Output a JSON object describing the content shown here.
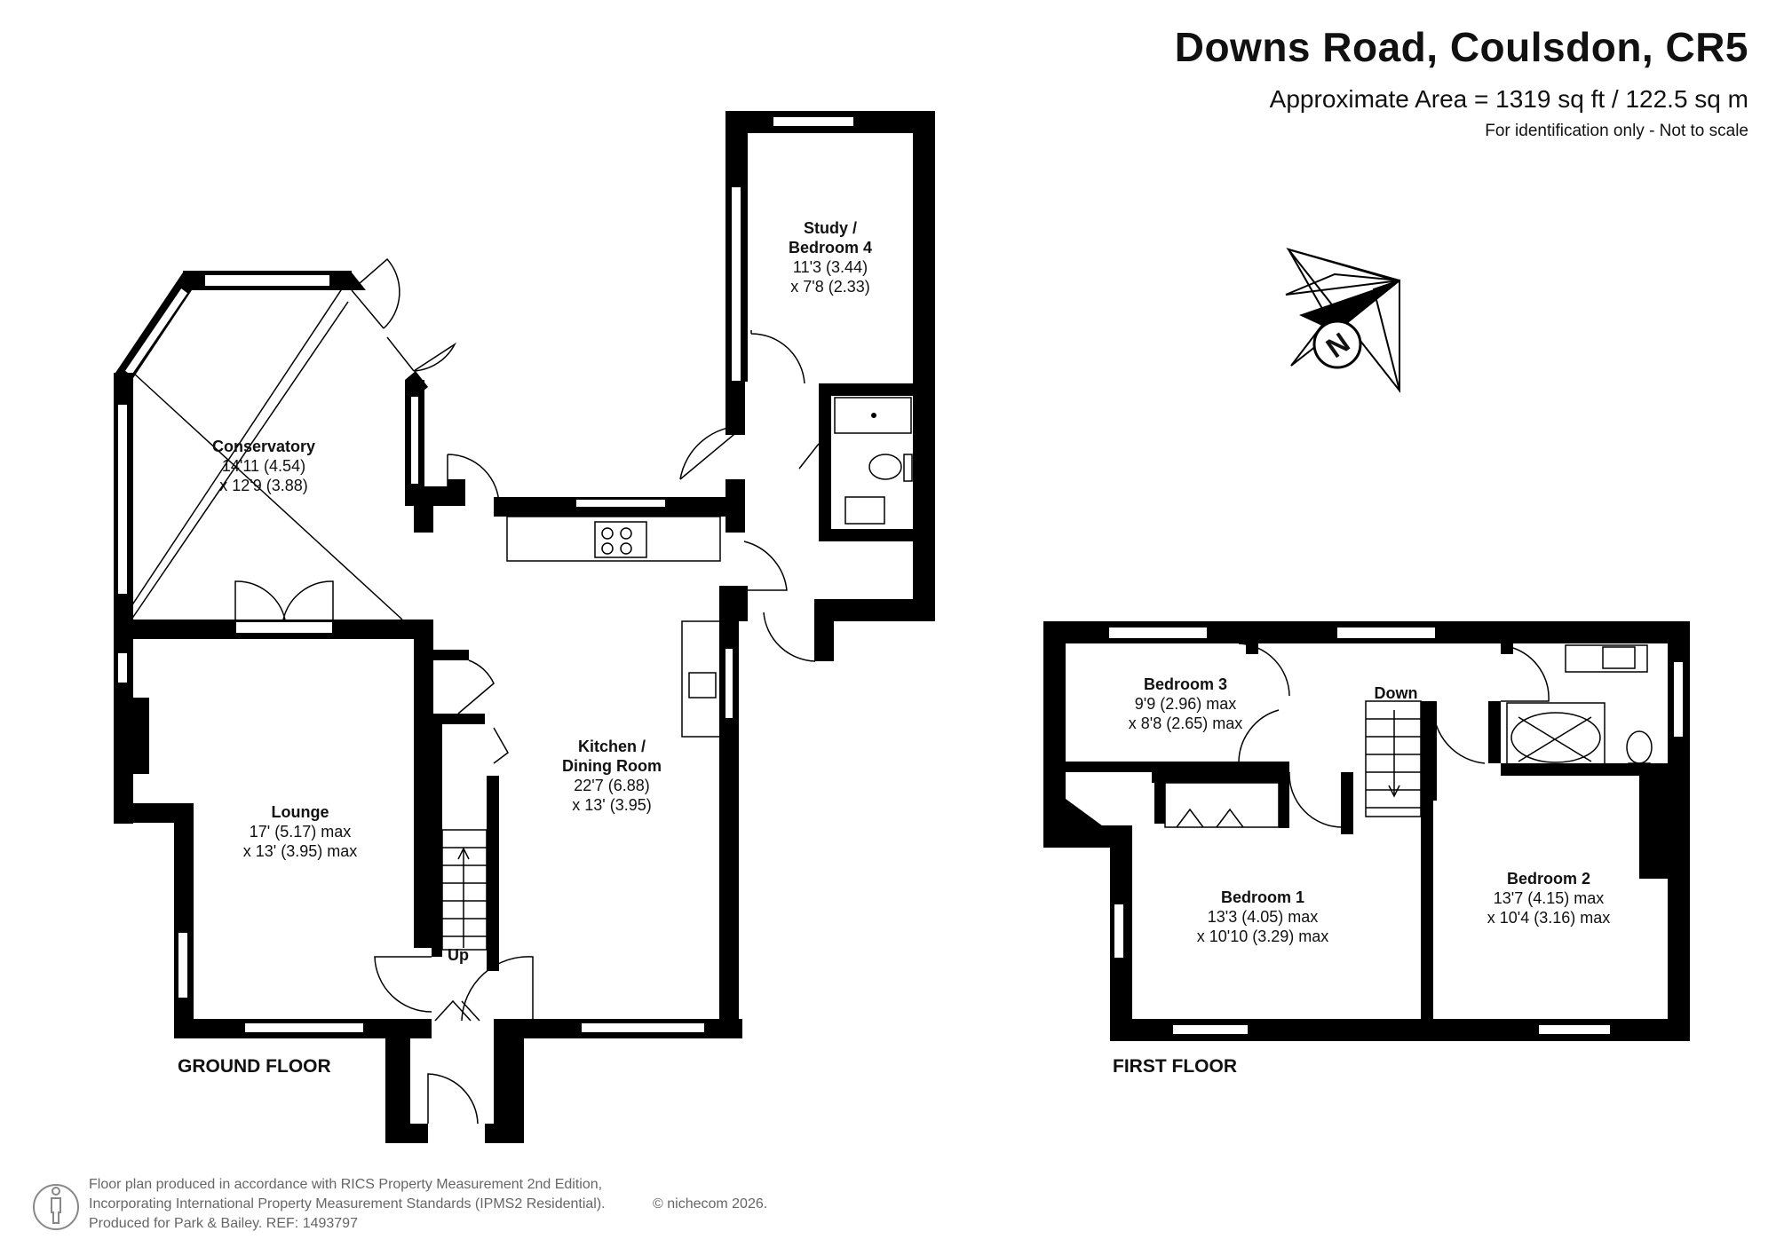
{
  "header": {
    "title": "Downs Road, Coulsdon, CR5",
    "area": "Approximate Area = 1319 sq ft / 122.5 sq m",
    "note": "For identification only - Not to scale"
  },
  "compass": {
    "letter": "N",
    "icon": "compass-rose-icon"
  },
  "floors": {
    "ground": {
      "label": "GROUND FLOOR",
      "rooms": {
        "study": {
          "name1": "Study /",
          "name2": "Bedroom 4",
          "dim1": "11'3 (3.44)",
          "dim2": "x 7'8 (2.33)"
        },
        "conservatory": {
          "name": "Conservatory",
          "dim1": "14'11 (4.54)",
          "dim2": "x 12'9 (3.88)"
        },
        "kitchen": {
          "name1": "Kitchen /",
          "name2": "Dining Room",
          "dim1": "22'7 (6.88)",
          "dim2": "x 13' (3.95)"
        },
        "lounge": {
          "name": "Lounge",
          "dim1": "17' (5.17) max",
          "dim2": "x 13' (3.95) max"
        }
      },
      "stairs_label": "Up"
    },
    "first": {
      "label": "FIRST FLOOR",
      "rooms": {
        "bedroom3": {
          "name": "Bedroom 3",
          "dim1": "9'9 (2.96) max",
          "dim2": "x 8'8 (2.65) max"
        },
        "bedroom1": {
          "name": "Bedroom 1",
          "dim1": "13'3 (4.05) max",
          "dim2": "x 10'10 (3.29) max"
        },
        "bedroom2": {
          "name": "Bedroom 2",
          "dim1": "13'7 (4.15) max",
          "dim2": "x 10'4 (3.16) max"
        }
      },
      "stairs_label": "Down"
    }
  },
  "footer": {
    "line1": "Floor plan produced in accordance with RICS Property Measurement 2nd Edition,",
    "line2": "Incorporating International Property Measurement Standards (IPMS2 Residential).",
    "copyright": "© nichecom 2026.",
    "line3": "Produced for Park & Bailey.   REF:  1493797"
  }
}
